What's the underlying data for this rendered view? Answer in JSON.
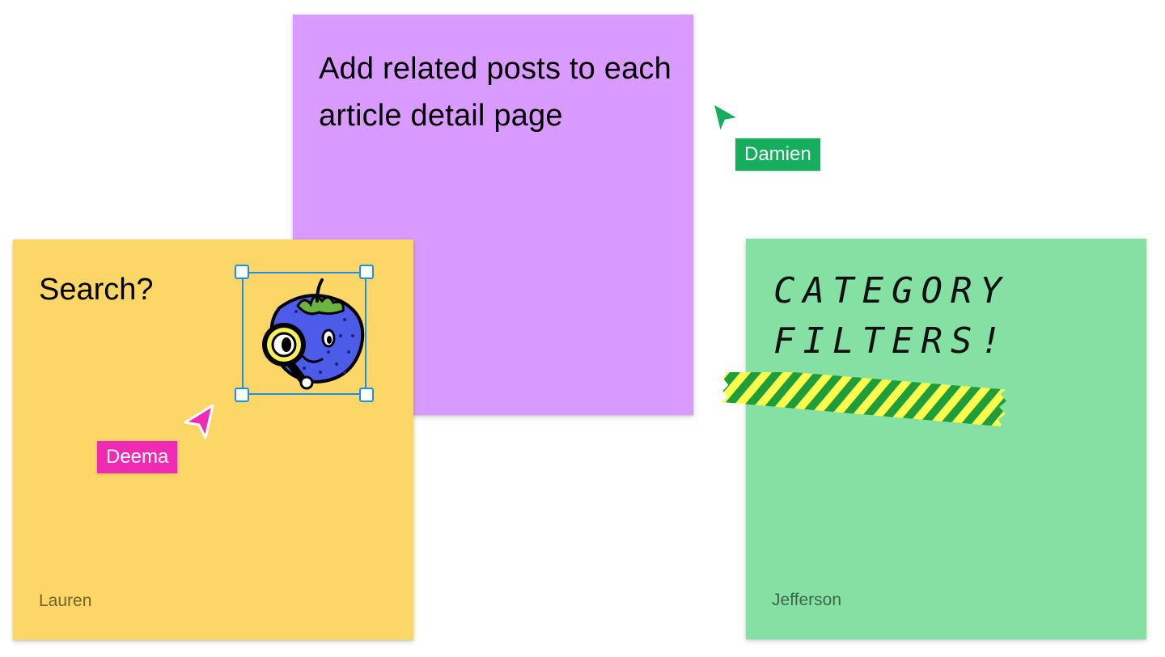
{
  "stickies": {
    "purple": {
      "text": "Add related posts to each article detail page",
      "color": "#d99bff"
    },
    "yellow": {
      "text": "Search?",
      "author": "Lauren",
      "color": "#fcd666",
      "sticker_icon": "strawberry-magnifier-icon"
    },
    "green": {
      "text": "CATEGORY FILTERS!",
      "author": "Jefferson",
      "color": "#85e0a3",
      "tape_icon": "washi-tape-icon"
    }
  },
  "cursors": {
    "damien": {
      "name": "Damien",
      "color": "#14ae5c"
    },
    "deema": {
      "name": "Deema",
      "color": "#ef2ab3"
    }
  },
  "selection": {
    "color": "#1e8fe6"
  }
}
